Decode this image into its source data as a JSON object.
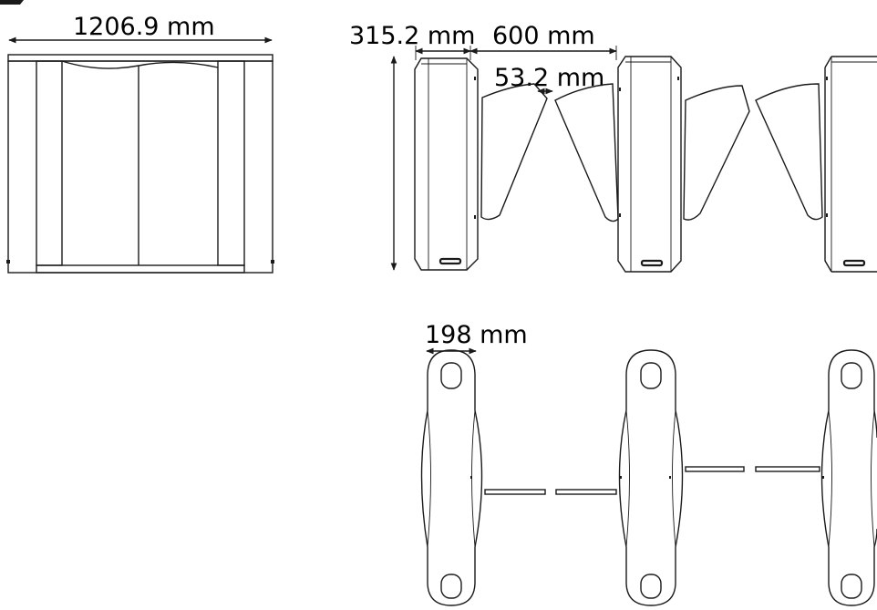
{
  "front_view": {
    "width_label": "1206.9 mm"
  },
  "side_view": {
    "depth_label": "315.2 mm",
    "lane_label": "600 mm",
    "gap_label": "53.2 mm"
  },
  "top_view": {
    "cabinet_width_label": "198 mm"
  }
}
